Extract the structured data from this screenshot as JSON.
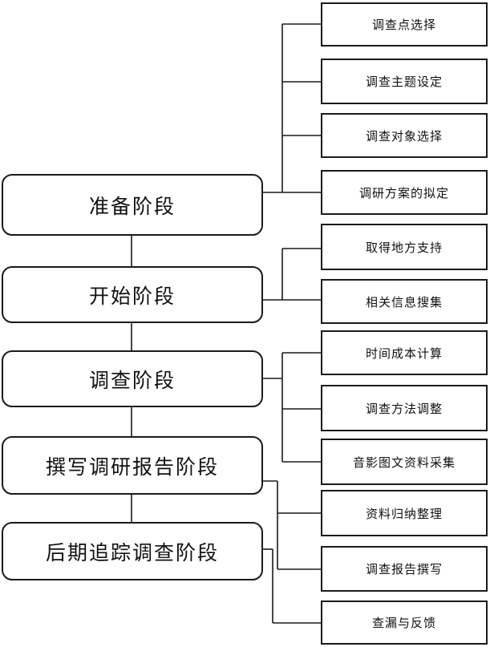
{
  "stages": [
    {
      "id": "prepare",
      "label": "准备阶段"
    },
    {
      "id": "start",
      "label": "开始阶段"
    },
    {
      "id": "survey",
      "label": "调查阶段"
    },
    {
      "id": "report",
      "label": "撰写调研报告阶段"
    },
    {
      "id": "followup",
      "label": "后期追踪调查阶段"
    }
  ],
  "tasks": [
    {
      "id": "site-selection",
      "stage": "prepare",
      "label": "调查点选择"
    },
    {
      "id": "topic-setting",
      "stage": "prepare",
      "label": "调查主题设定"
    },
    {
      "id": "subject-selection",
      "stage": "prepare",
      "label": "调查对象选择"
    },
    {
      "id": "plan-drafting",
      "stage": "prepare",
      "label": "调研方案的拟定"
    },
    {
      "id": "local-support",
      "stage": "start",
      "label": "取得地方支持"
    },
    {
      "id": "info-collection",
      "stage": "start",
      "label": "相关信息搜集"
    },
    {
      "id": "cost-calculation",
      "stage": "survey",
      "label": "时间成本计算"
    },
    {
      "id": "method-adjustment",
      "stage": "survey",
      "label": "调查方法调整"
    },
    {
      "id": "media-collection",
      "stage": "survey",
      "label": "音影图文资料采集"
    },
    {
      "id": "data-summary",
      "stage": "report",
      "label": "资料归纳整理"
    },
    {
      "id": "report-writing",
      "stage": "report",
      "label": "调查报告撰写"
    },
    {
      "id": "gap-feedback",
      "stage": "followup",
      "label": "查漏与反馈"
    }
  ]
}
